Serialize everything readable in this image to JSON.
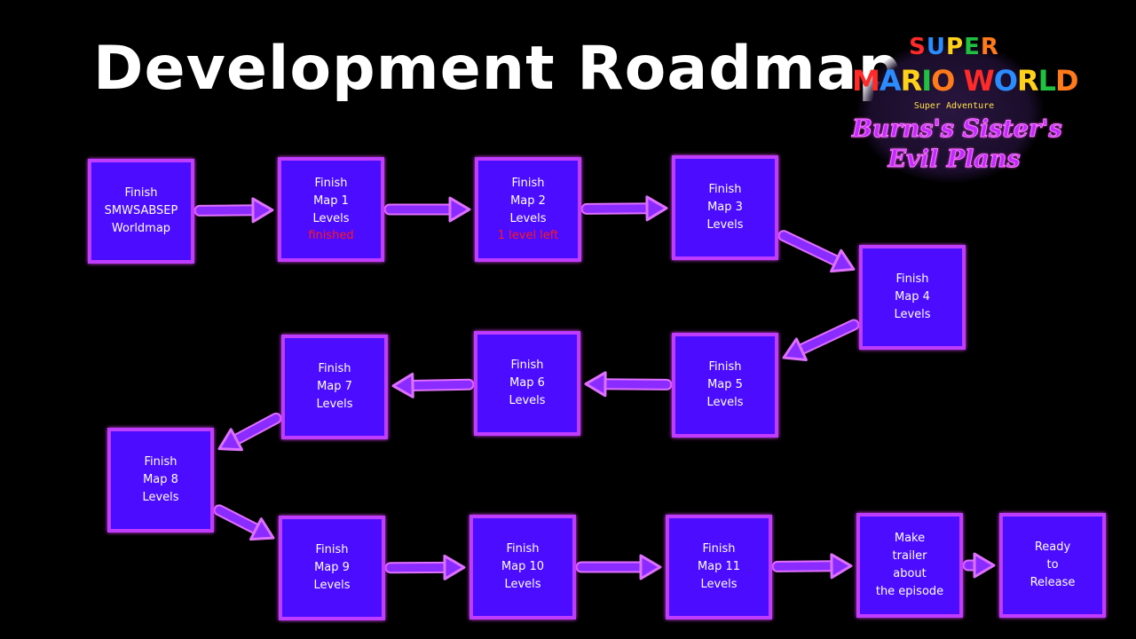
{
  "title": "Development Roadmap",
  "logo": {
    "line1": "SUPER",
    "line2": "MARIO WORLD",
    "line3": "Super Adventure",
    "line4": "Burns's Sister's",
    "line5": "Evil Plans",
    "letter_colors": [
      "#ff2a2a",
      "#2a8cff",
      "#ffd21a",
      "#20c040",
      "#ff7a1a"
    ]
  },
  "colors": {
    "node_fill": "#4b0cff",
    "node_border": "#c03cff",
    "arrow": "#8a2cff",
    "status_text": "#ff1a1a"
  },
  "nodes": [
    {
      "id": "n1",
      "lines": [
        "Finish",
        "SMWSABSEP",
        "Worldmap"
      ],
      "status": ""
    },
    {
      "id": "n2",
      "lines": [
        "Finish",
        "Map 1",
        "Levels"
      ],
      "status": "finished"
    },
    {
      "id": "n3",
      "lines": [
        "Finish",
        "Map 2",
        "Levels"
      ],
      "status": "1 level left"
    },
    {
      "id": "n4",
      "lines": [
        "Finish",
        "Map 3",
        "Levels"
      ],
      "status": ""
    },
    {
      "id": "n5",
      "lines": [
        "Finish",
        "Map 4",
        "Levels"
      ],
      "status": ""
    },
    {
      "id": "n6",
      "lines": [
        "Finish",
        "Map 5",
        "Levels"
      ],
      "status": ""
    },
    {
      "id": "n7",
      "lines": [
        "Finish",
        "Map 6",
        "Levels"
      ],
      "status": ""
    },
    {
      "id": "n8",
      "lines": [
        "Finish",
        "Map 7",
        "Levels"
      ],
      "status": ""
    },
    {
      "id": "n9",
      "lines": [
        "Finish",
        "Map 8",
        "Levels"
      ],
      "status": ""
    },
    {
      "id": "n10",
      "lines": [
        "Finish",
        "Map 9",
        "Levels"
      ],
      "status": ""
    },
    {
      "id": "n11",
      "lines": [
        "Finish",
        "Map 10",
        "Levels"
      ],
      "status": ""
    },
    {
      "id": "n12",
      "lines": [
        "Finish",
        "Map 11",
        "Levels"
      ],
      "status": ""
    },
    {
      "id": "n13",
      "lines": [
        "Make",
        "trailer",
        "about",
        "the episode"
      ],
      "status": ""
    },
    {
      "id": "n14",
      "lines": [
        "Ready",
        "to",
        "Release"
      ],
      "status": ""
    }
  ],
  "edges": [
    [
      "n1",
      "n2"
    ],
    [
      "n2",
      "n3"
    ],
    [
      "n3",
      "n4"
    ],
    [
      "n4",
      "n5"
    ],
    [
      "n5",
      "n6"
    ],
    [
      "n6",
      "n7"
    ],
    [
      "n7",
      "n8"
    ],
    [
      "n8",
      "n9"
    ],
    [
      "n9",
      "n10"
    ],
    [
      "n10",
      "n11"
    ],
    [
      "n11",
      "n12"
    ],
    [
      "n12",
      "n13"
    ],
    [
      "n13",
      "n14"
    ]
  ]
}
